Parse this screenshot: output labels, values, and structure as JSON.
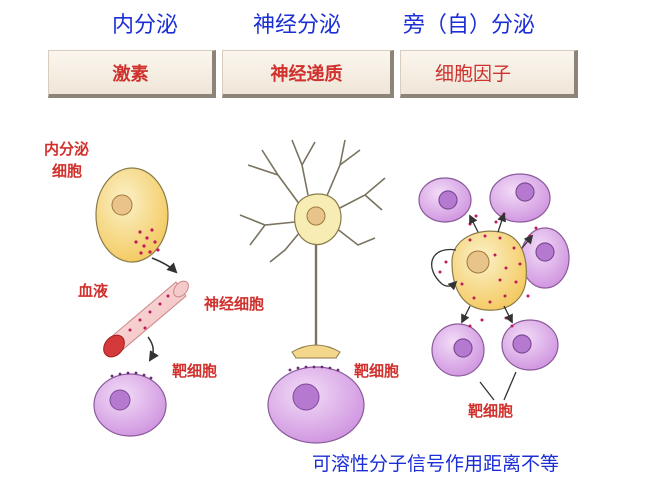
{
  "headers": {
    "endocrine": "内分泌",
    "neuroendocrine": "神经分泌",
    "paracrine": "旁（自）分泌"
  },
  "boxes": {
    "hormone": "激素",
    "neurotransmitter": "神经递质",
    "cytokine": "细胞因子"
  },
  "labels": {
    "endocrine_cell_line1": "内分泌",
    "endocrine_cell_line2": "细胞",
    "blood": "血液",
    "target_cell_left": "靶细胞",
    "nerve_cell": "神经细胞",
    "target_cell_middle": "靶细胞",
    "target_cell_right": "靶细胞"
  },
  "footer": "可溶性分子信号作用距离不等",
  "colors": {
    "heading_blue": "#1c2fd6",
    "label_red": "#d0312d",
    "target_cell_fill": "#d9a6e6",
    "secreting_cell_fill": "#f6d98a",
    "neuron_fill": "#f7ecb4",
    "nucleus_fill": "#e8c48a",
    "target_nucleus_fill": "#b57ad0"
  }
}
